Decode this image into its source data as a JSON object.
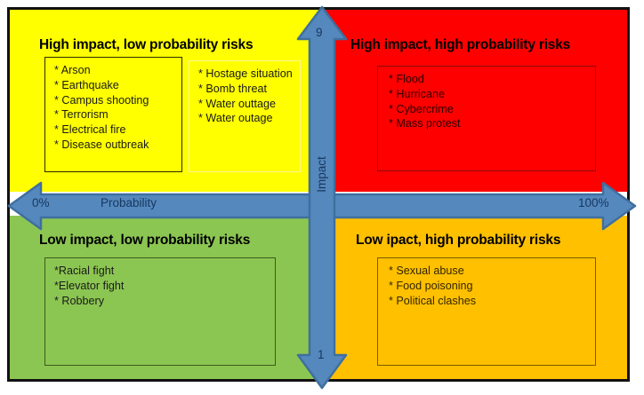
{
  "diagram": {
    "type": "risk-matrix",
    "colors": {
      "high_impact_low_probability": "#FFFF00",
      "high_impact_high_probability": "#FF0000",
      "low_impact_low_probability": "#8CC652",
      "low_impact_high_probability": "#FFC000",
      "arrow": "#5588BD",
      "arrow_outline": "#3F6F9F",
      "axis_text": "#17375E",
      "frame": "#111111"
    },
    "axes": {
      "x": {
        "label": "Probability",
        "min_label": "0%",
        "max_label": "100%",
        "arrow": "double-headed-horizontal-arrow"
      },
      "y": {
        "label": "Impact",
        "min_label": "1",
        "max_label": "9",
        "arrow": "double-headed-vertical-arrow"
      }
    },
    "quadrants": [
      {
        "id": "top-left",
        "title": "High impact, low probability risks",
        "color": "#FFFF00",
        "boxes": [
          {
            "id": "tl-primary",
            "items": [
              "* Arson",
              "* Earthquake",
              "* Campus shooting",
              "* Terrorism",
              "* Electrical fire",
              "* Disease outbreak"
            ]
          },
          {
            "id": "tl-secondary",
            "items": [
              "* Hostage situation",
              "* Bomb threat",
              "* Water outtage",
              "* Water outage"
            ]
          }
        ]
      },
      {
        "id": "top-right",
        "title": "High impact, high probability risks",
        "color": "#FF0000",
        "boxes": [
          {
            "id": "tr-primary",
            "items": [
              "* Flood",
              "* Hurricane",
              "* Cybercrime",
              "* Mass protest"
            ]
          }
        ]
      },
      {
        "id": "bottom-left",
        "title": "Low impact, low probability risks",
        "color": "#8CC652",
        "boxes": [
          {
            "id": "bl-primary",
            "items": [
              "*Racial fight",
              "*Elevator fight",
              "* Robbery"
            ]
          }
        ]
      },
      {
        "id": "bottom-right",
        "title": "Low ipact, high probability risks",
        "color": "#FFC000",
        "boxes": [
          {
            "id": "br-primary",
            "items": [
              "* Sexual abuse",
              "* Food poisoning",
              "* Political clashes"
            ]
          }
        ]
      }
    ]
  }
}
